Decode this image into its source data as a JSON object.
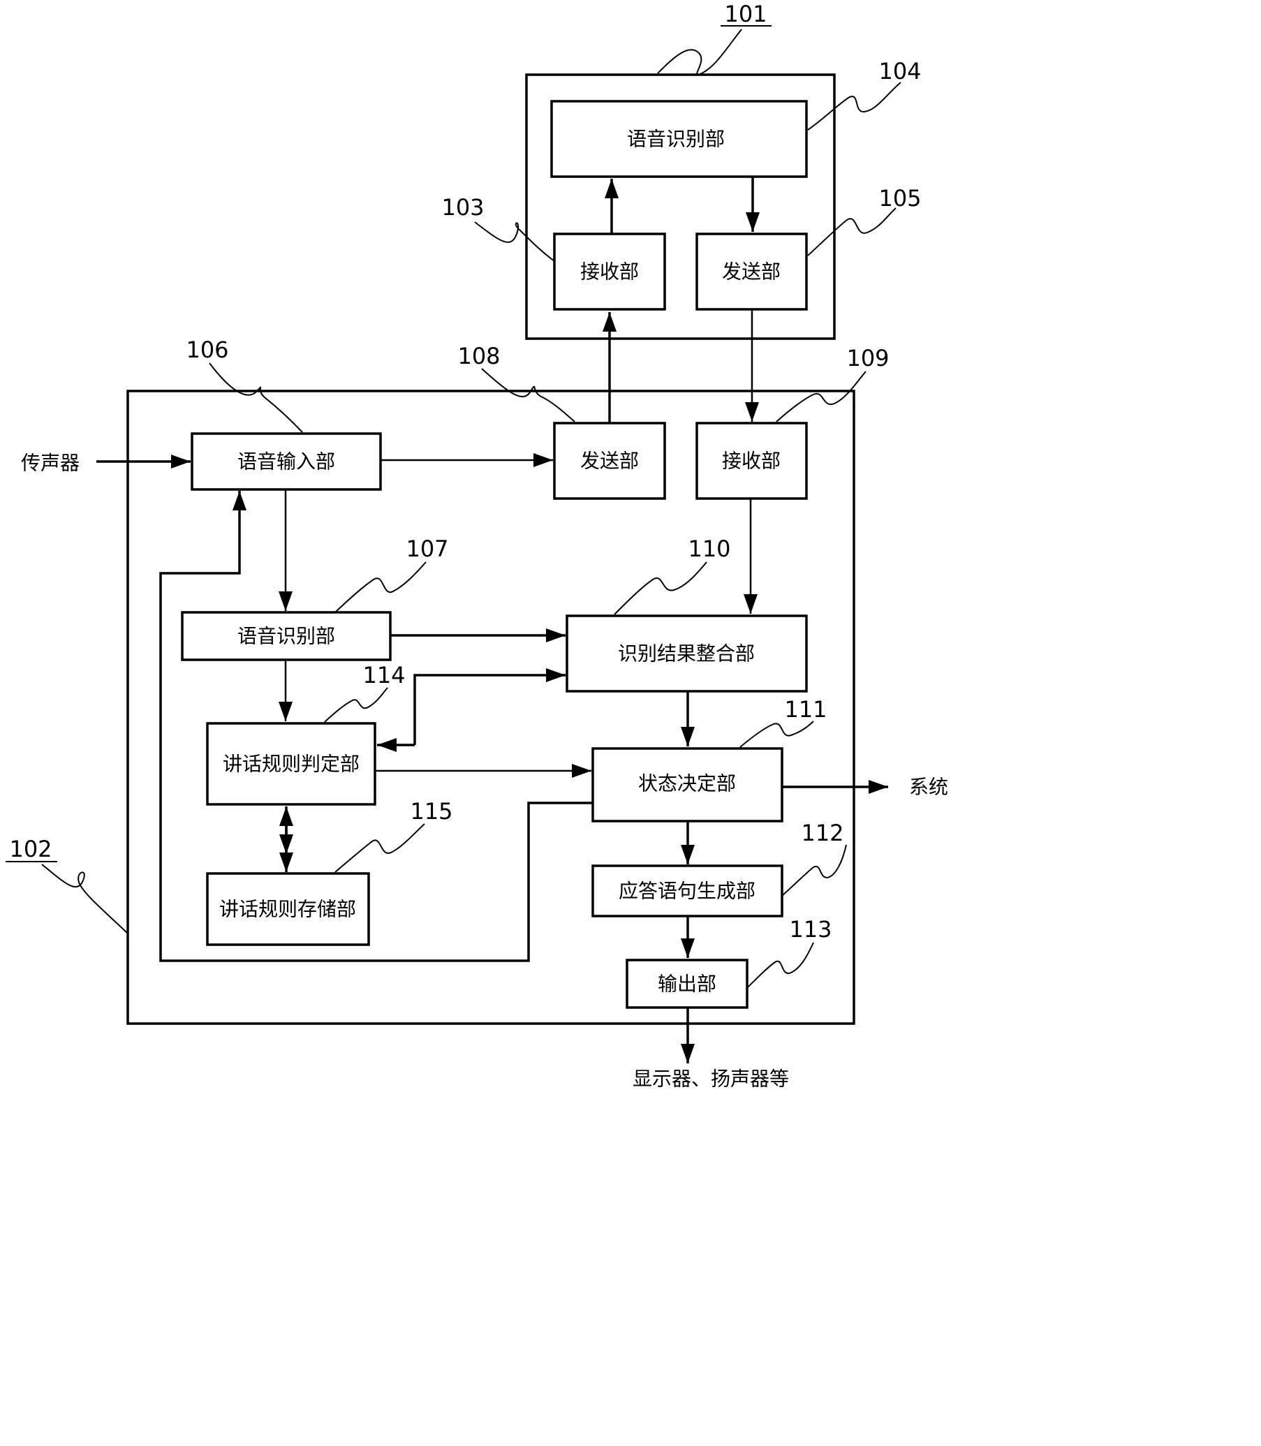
{
  "refs": {
    "r101": "101",
    "r102": "102",
    "r103": "103",
    "r104": "104",
    "r105": "105",
    "r106": "106",
    "r107": "107",
    "r108": "108",
    "r109": "109",
    "r110": "110",
    "r111": "111",
    "r112": "112",
    "r113": "113",
    "r114": "114",
    "r115": "115"
  },
  "server": {
    "speech_recognition": "语音识别部",
    "receiver": "接收部",
    "sender": "发送部"
  },
  "client": {
    "speech_input": "语音输入部",
    "sender": "发送部",
    "receiver": "接收部",
    "speech_recognition": "语音识别部",
    "result_integration": "识别结果整合部",
    "utterance_rule_judgment": "讲话规则判定部",
    "state_decision": "状态决定部",
    "utterance_rule_storage": "讲话规则存储部",
    "response_generation": "应答语句生成部",
    "output": "输出部"
  },
  "external": {
    "microphone": "传声器",
    "system": "系统",
    "display_speaker": "显示器、扬声器等"
  }
}
